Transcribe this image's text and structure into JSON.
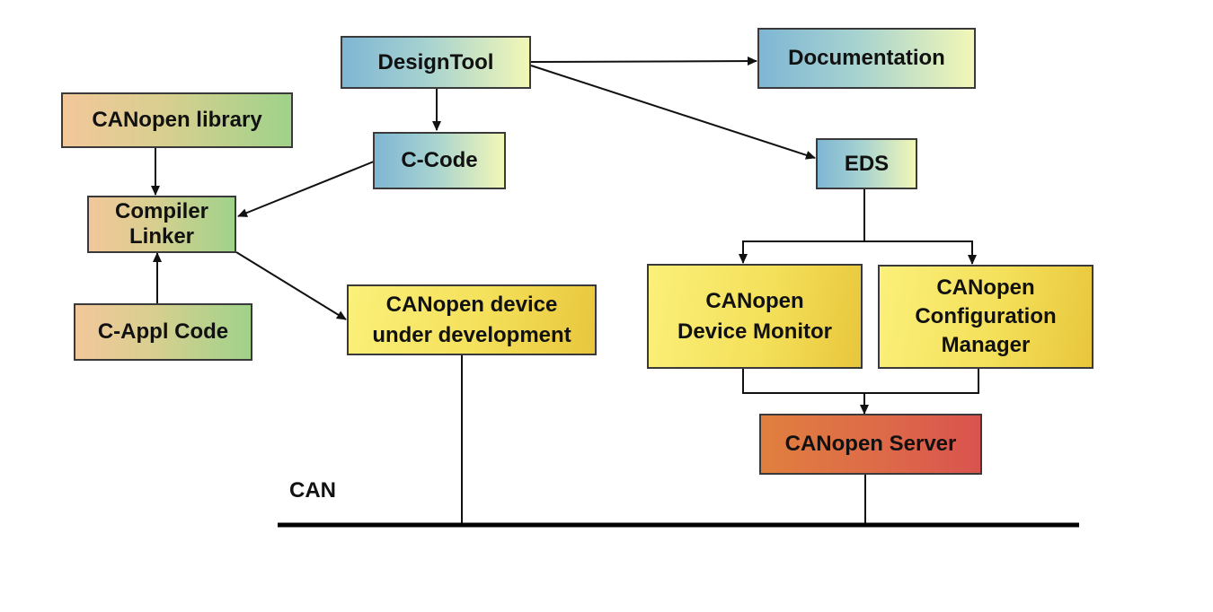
{
  "diagram": {
    "title": "CANopen development workflow",
    "nodes": {
      "designtool": {
        "label": "DesignTool",
        "style": "blue"
      },
      "documentation": {
        "label": "Documentation",
        "style": "blue"
      },
      "canopen_library": {
        "label": "CANopen library",
        "style": "green"
      },
      "c_code": {
        "label": "C-Code",
        "style": "blue"
      },
      "eds": {
        "label": "EDS",
        "style": "blue"
      },
      "compiler_linker": {
        "lines": [
          "Compiler",
          "Linker"
        ],
        "style": "green"
      },
      "c_appl_code": {
        "label": "C-Appl Code",
        "style": "green"
      },
      "device_under_development": {
        "lines": [
          "CANopen device",
          "under development"
        ],
        "style": "yellow"
      },
      "device_monitor": {
        "lines": [
          "CANopen",
          "Device Monitor"
        ],
        "style": "yellow"
      },
      "configuration_manager": {
        "lines": [
          "CANopen",
          "Configuration",
          "Manager"
        ],
        "style": "yellow"
      },
      "canopen_server": {
        "label": "CANopen Server",
        "style": "red"
      }
    },
    "bus_label": "CAN",
    "edges": [
      {
        "from": "designtool",
        "to": "documentation"
      },
      {
        "from": "designtool",
        "to": "c_code"
      },
      {
        "from": "designtool",
        "to": "eds"
      },
      {
        "from": "canopen_library",
        "to": "compiler_linker"
      },
      {
        "from": "c_code",
        "to": "compiler_linker"
      },
      {
        "from": "c_appl_code",
        "to": "compiler_linker"
      },
      {
        "from": "compiler_linker",
        "to": "device_under_development"
      },
      {
        "from": "eds",
        "to": "device_monitor"
      },
      {
        "from": "eds",
        "to": "configuration_manager"
      },
      {
        "from": "device_monitor",
        "to": "canopen_server"
      },
      {
        "from": "configuration_manager",
        "to": "canopen_server"
      },
      {
        "from": "device_under_development",
        "to": "can_bus"
      },
      {
        "from": "canopen_server",
        "to": "can_bus"
      }
    ],
    "colors": {
      "line": "#111111",
      "border": "#3a3a3a",
      "blue_box": "#a6d2d0",
      "green_box": "#d8cf8f",
      "yellow_box": "#f4e05a",
      "red_box": "#dd6a48"
    }
  }
}
